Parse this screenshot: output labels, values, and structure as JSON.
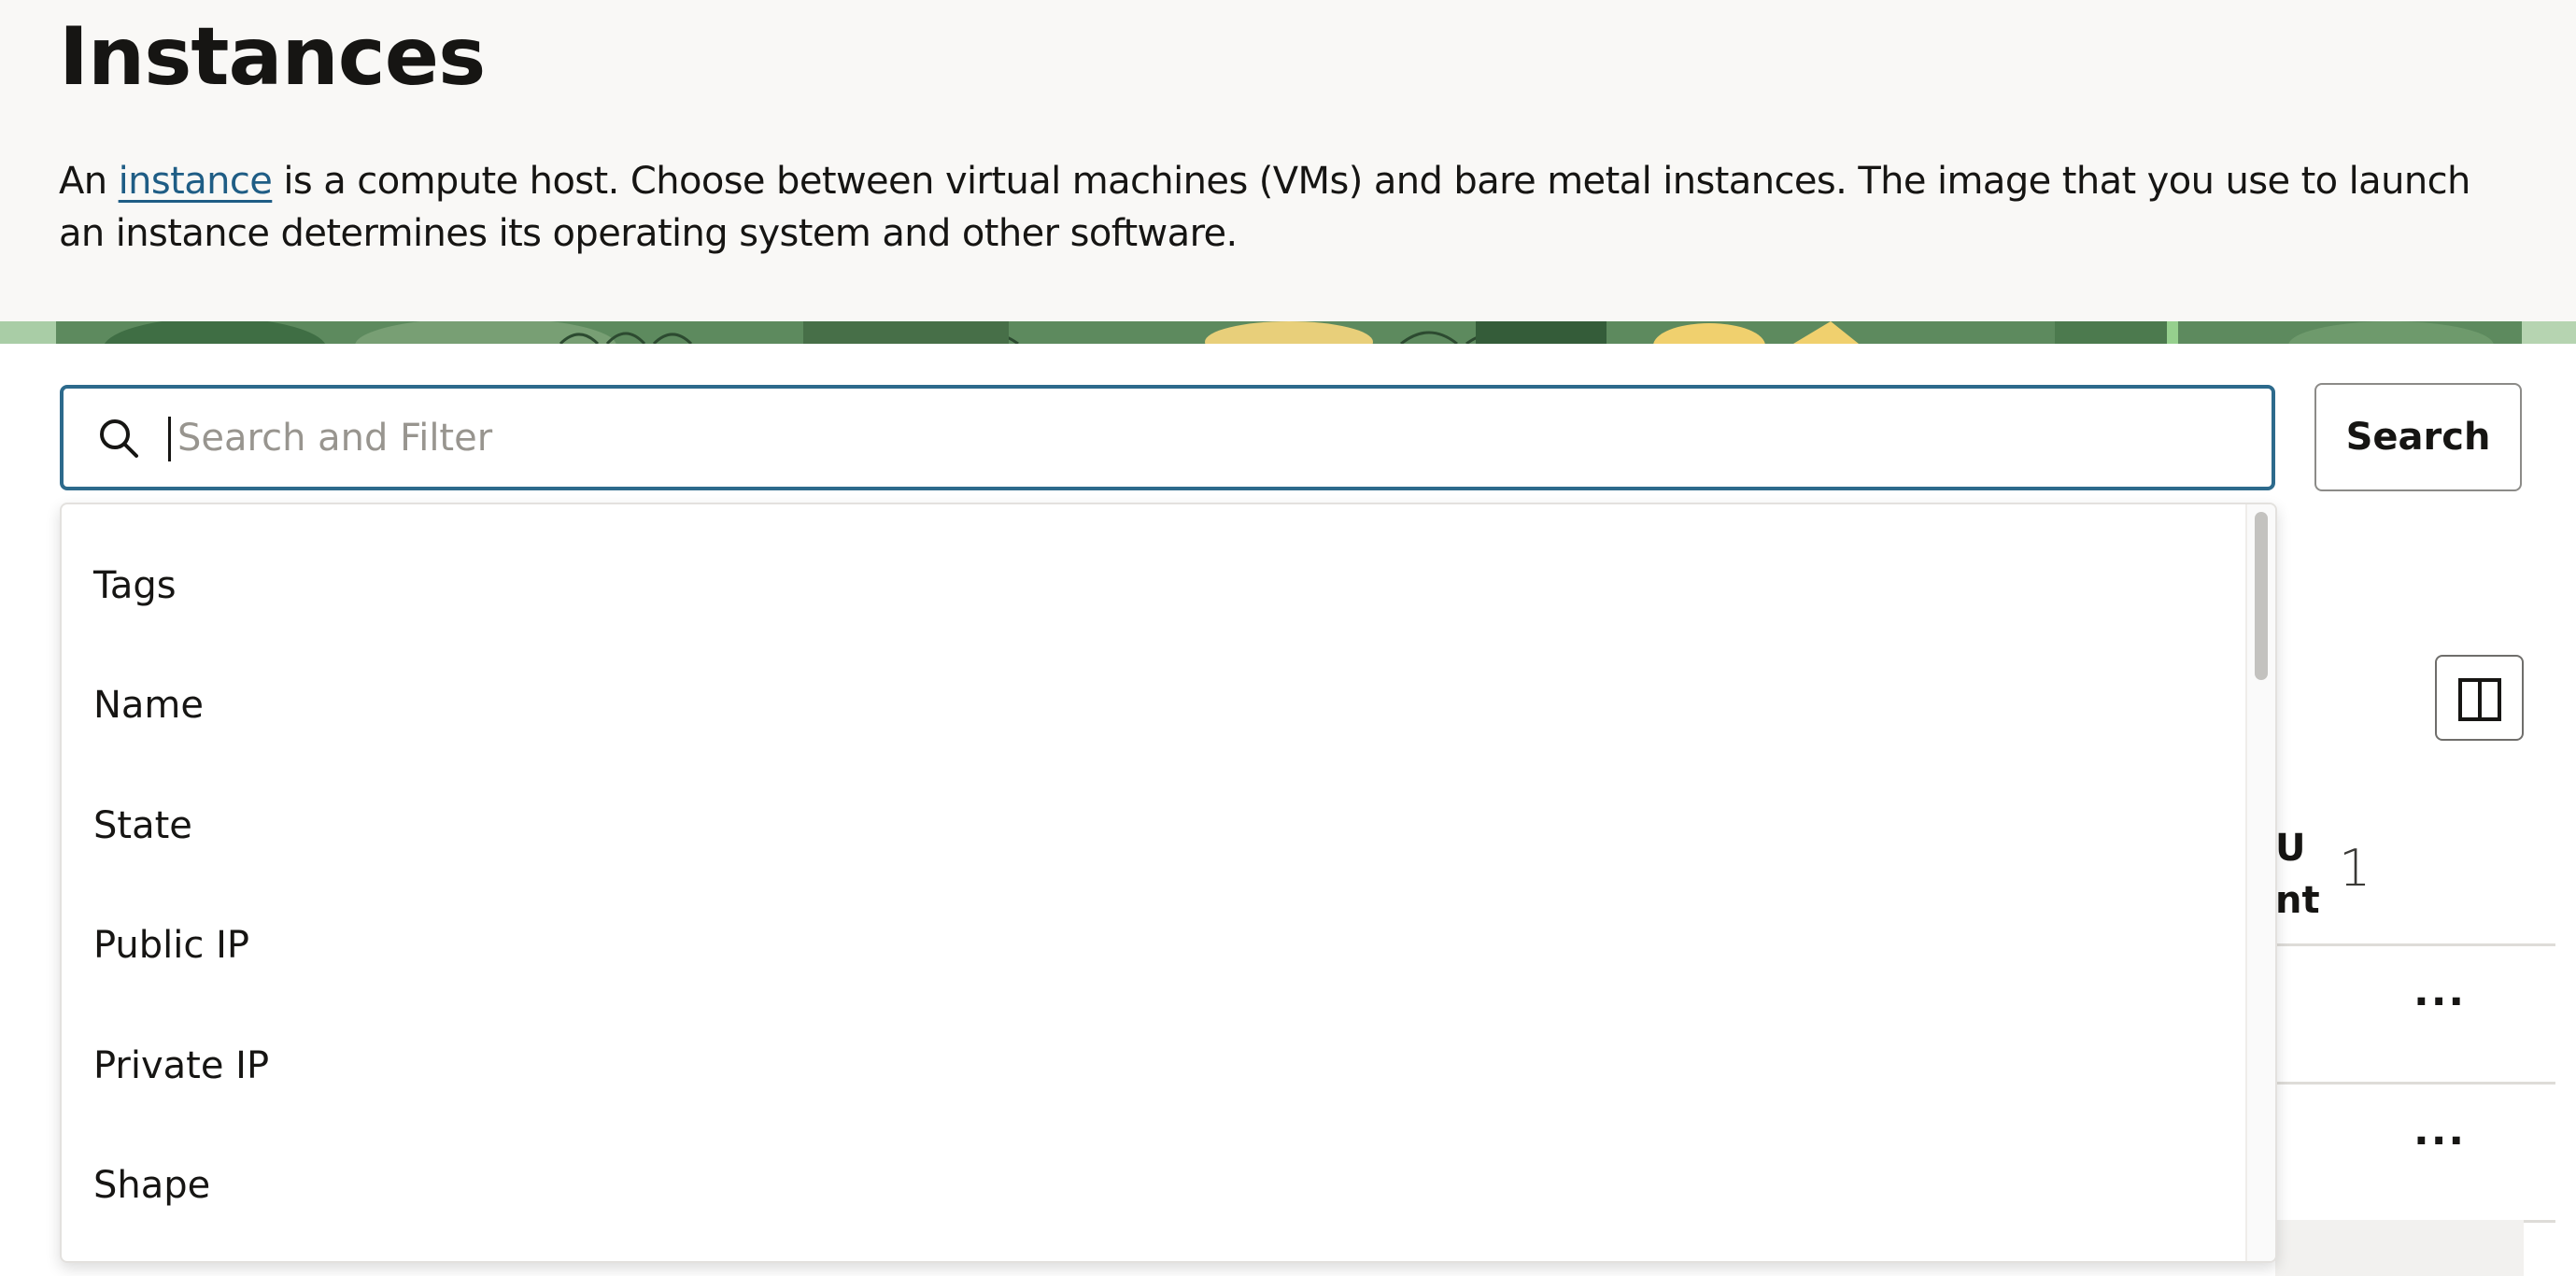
{
  "header": {
    "title": "Instances",
    "description_prefix": "An ",
    "description_link": "instance",
    "description_suffix": " is a compute host. Choose between virtual machines (VMs) and bare metal instances. The image that you use to launch an instance determines its operating system and other software."
  },
  "search": {
    "placeholder": "Search and Filter",
    "button_label": "Search"
  },
  "filter_menu": {
    "items": [
      "Tags",
      "Name",
      "State",
      "Public IP",
      "Private IP",
      "Shape"
    ]
  },
  "table": {
    "partial_column_header": "U\nnt",
    "sort_indicator": "1",
    "row_action": "···"
  },
  "colors": {
    "focus_border": "#2d6a8c",
    "link": "#1f5d85",
    "header_background": "#f9f8f6"
  }
}
